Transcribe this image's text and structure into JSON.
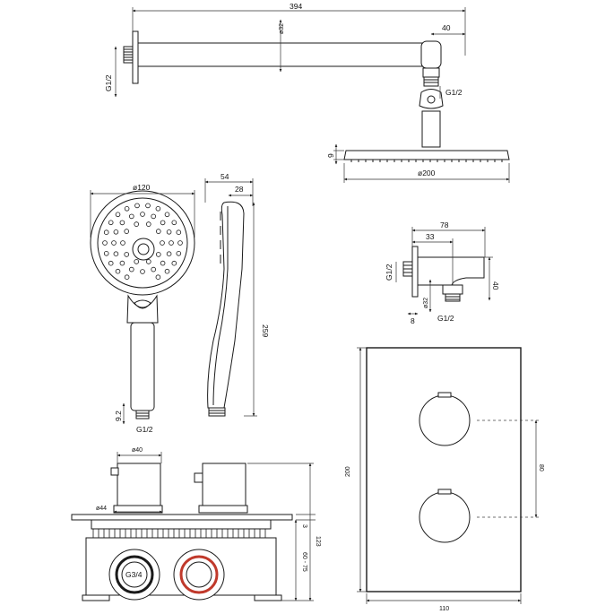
{
  "colors": {
    "line": "#1a1a1a",
    "valve_ring": "#c0392b"
  },
  "shower_arm": {
    "length": "394",
    "diameter": "ø32",
    "end": "40",
    "thread_wall": "G1/2",
    "thread_head": "G1/2"
  },
  "rain_head": {
    "thickness": "9",
    "diameter": "ø200"
  },
  "hand_shower": {
    "diameter": "ø120",
    "depth": "54",
    "top": "28",
    "length": "259",
    "neck": "9.2",
    "thread": "G1/2"
  },
  "wall_outlet": {
    "width": "78",
    "offset": "33",
    "height": "40",
    "thread_left": "G1/2",
    "diameter": "ø32",
    "base": "8",
    "thread_bottom": "G1/2"
  },
  "box": {
    "knob_dia": "ø40",
    "plate_dia": "ø44",
    "plate": "3",
    "height": "123",
    "depth": "60 - 75",
    "inlet": "G3/4"
  },
  "plate": {
    "height": "200",
    "spacing": "80",
    "width": "110"
  }
}
